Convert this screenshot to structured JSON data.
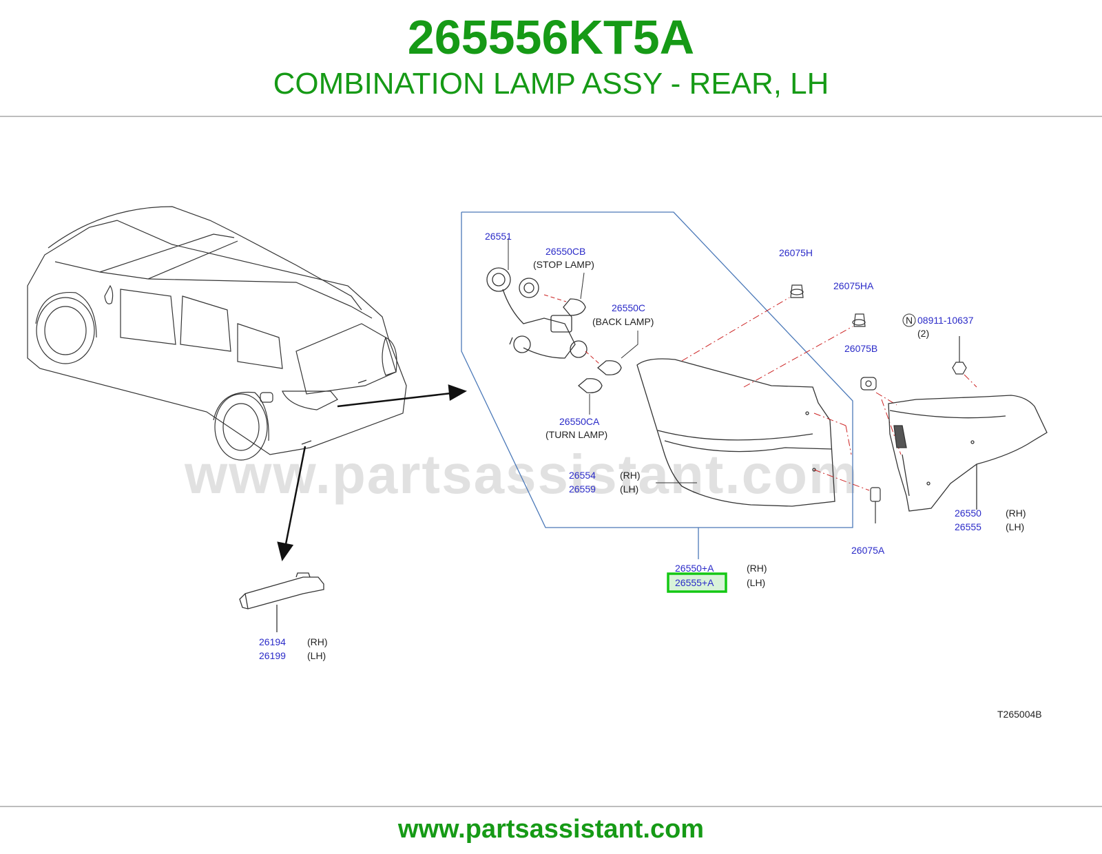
{
  "header": {
    "part_number": "265556KT5A",
    "description": "COMBINATION LAMP ASSY - REAR, LH"
  },
  "diagram": {
    "watermark": "www.partsassistant.com",
    "drawing_id": "T265004B",
    "callouts": {
      "socket": "26551",
      "stop_bulb": "26550CB",
      "stop_note": "(STOP   LAMP)",
      "back_bulb": "26550C",
      "back_note": "(BACK   LAMP)",
      "turn_bulb": "26550CA",
      "turn_note": "(TURN   LAMP)",
      "lens_rh": "26554",
      "lens_lh": "26559",
      "clip_h": "26075H",
      "clip_ha": "26075HA",
      "nut_marker": "N",
      "nut": "08911-10637",
      "nut_qty": "(2)",
      "clip_b": "26075B",
      "clip_a": "26075A",
      "lamp_rh": "26550",
      "lamp_lh": "26555",
      "assy_rh": "26550+A",
      "assy_lh": "26555+A",
      "reflex_rh": "26194",
      "reflex_lh": "26199",
      "rh": "(RH)",
      "lh": "(LH)"
    },
    "highlight_color": "#14c814",
    "callout_color": "#2a2ac8"
  },
  "footer": {
    "url": "www.partsassistant.com"
  }
}
